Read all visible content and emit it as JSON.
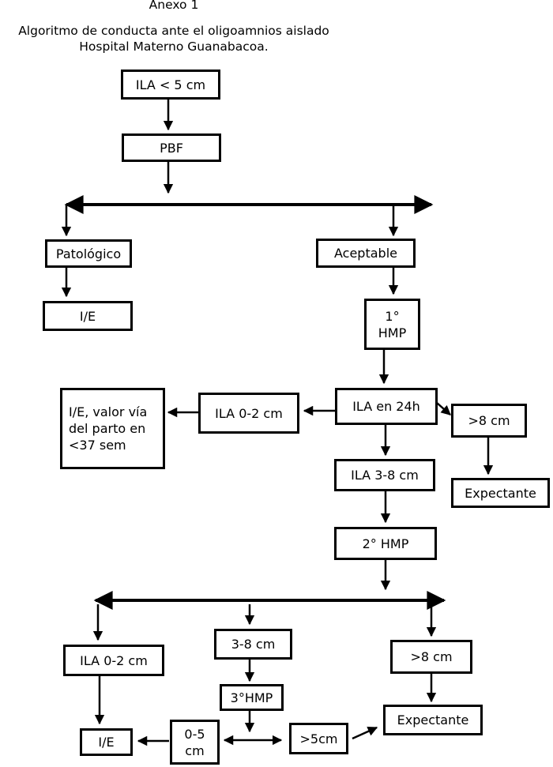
{
  "header": {
    "annex": "Anexo 1",
    "title": "Algoritmo de conducta ante el oligoamnios aislado",
    "hospital": "Hospital Materno Guanabacoa."
  },
  "nodes": {
    "ila_lt5": "ILA < 5 cm",
    "pbf": "PBF",
    "patologico": "Patológico",
    "aceptable": "Aceptable",
    "ie_top": "I/E",
    "hmp1": "1°\nHMP",
    "ila_24h": "ILA en 24h",
    "ila_0_2_a": "ILA 0-2 cm",
    "ie_valor": "I/E, valor vía\ndel parto en\n<37 sem",
    "gt8_a": ">8 cm",
    "expectante_a": "Expectante",
    "ila_3_8": "ILA 3-8 cm",
    "hmp2": "2° HMP",
    "ila_0_2_b": "ILA 0-2 cm",
    "cm_3_8": "3-8 cm",
    "gt8_b": ">8 cm",
    "hmp3": "3°HMP",
    "expectante_b": "Expectante",
    "ie_bottom": "I/E",
    "cm_0_5": "0-5\ncm",
    "gt5": ">5cm"
  }
}
